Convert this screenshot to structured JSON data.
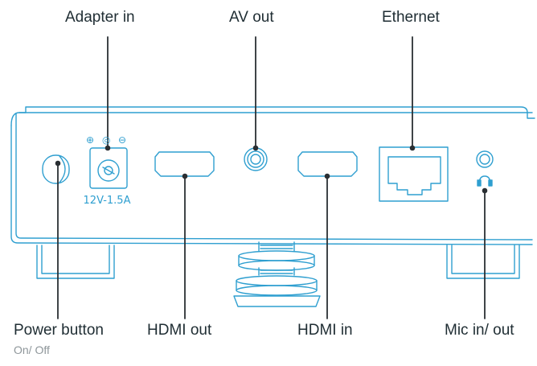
{
  "labels": {
    "adapter_in": "Adapter in",
    "av_out": "AV out",
    "ethernet": "Ethernet",
    "power_button": "Power button",
    "power_button_sub": "On/ Off",
    "hdmi_out": "HDMI out",
    "hdmi_in": "HDMI in",
    "mic_in_out": "Mic in/ out"
  },
  "adapter": {
    "spec": "12V-1.5A",
    "polarity_plus": "⊕",
    "polarity_center": "◎",
    "polarity_minus": "⊖"
  },
  "colors": {
    "outline": "#2f9fd0",
    "text": "#1f2d33",
    "subtext": "#8e969a"
  },
  "icons": {
    "mic_port": "headset-icon"
  }
}
